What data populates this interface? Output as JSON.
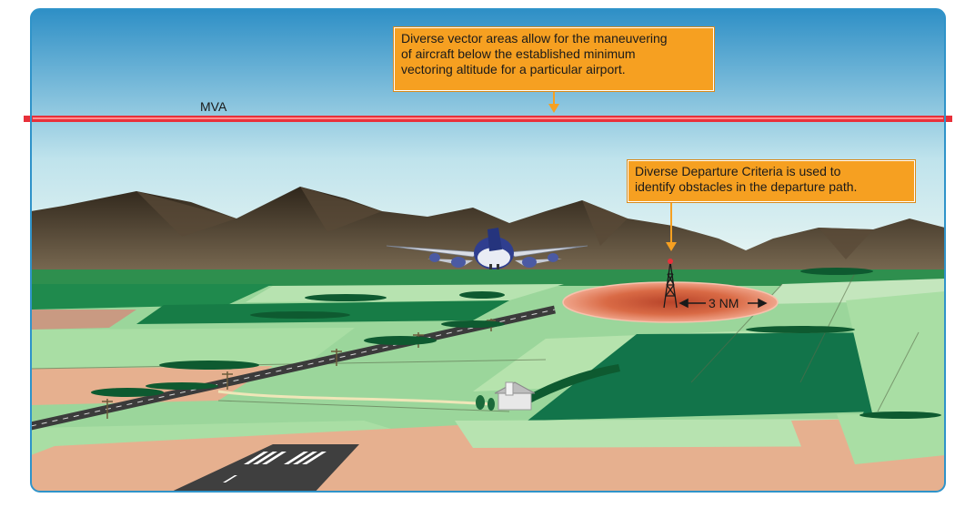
{
  "labels": {
    "mva": "MVA",
    "distance": "3 NM"
  },
  "callouts": {
    "diverse_vector": [
      "Diverse vector areas allow for the maneuvering",
      "of aircraft below the established minimum",
      "vectoring altitude for a particular airport."
    ],
    "diverse_departure": [
      "Diverse Departure Criteria is used to",
      "identify obstacles in the departure path."
    ]
  },
  "colors": {
    "sky_top": "#2f93c9",
    "sky_bottom": "#e9f5f1",
    "mva_line": "#e8303a",
    "callout": "#f6a021",
    "field_light": "#8fd18f",
    "field_dark": "#147a45",
    "dirt": "#e6b08f",
    "mountain": "#3f3528",
    "obstacle_area": "#d9623f",
    "frame": "#2f93c9"
  },
  "icons": {
    "aircraft": "airliner-icon",
    "tower": "radio-tower-icon",
    "house": "farmhouse-icon"
  }
}
